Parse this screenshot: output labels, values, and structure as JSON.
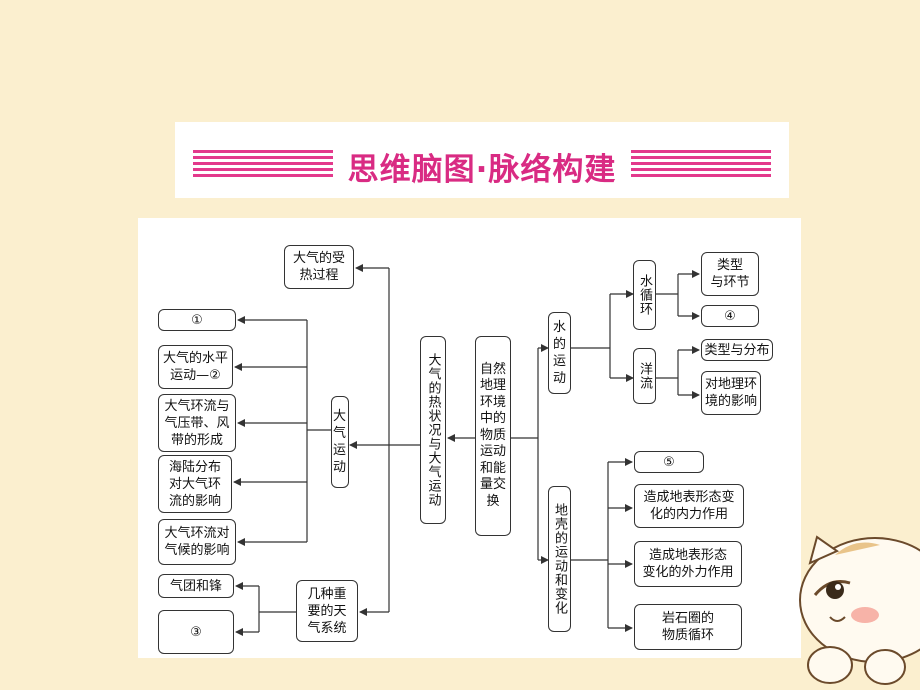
{
  "banner": {
    "title": "思维脑图·脉络构建"
  },
  "nodes": {
    "center_heat": "大气的热状况与大气运动",
    "center_nature": "自然\n地理\n环境\n中的\n物质\n运动\n和能\n量交\n换",
    "heating_process": "大气的受\n热过程",
    "atmo_motion": "大气\n运动",
    "blank1": "①",
    "horizontal_motion": "大气的水平\n运动—②",
    "circulation_belts": "大气环流与\n气压带、风\n带的形成",
    "land_sea": "海陆分布\n对大气环\n流的影响",
    "circulation_climate": "大气环流对\n气候的影响",
    "weather_systems": "几种重\n要的天\n气系统",
    "airmass_front": "气团和锋",
    "blank3": "③",
    "water_motion": "水\n的运\n动",
    "water_cycle": "水循环",
    "types_links": "类型\n与环节",
    "blank4": "④",
    "ocean_current": "洋流",
    "types_distribution": "类型与分布",
    "geo_impact": "对地理环\n境的影响",
    "crust_motion": "地壳的运动和变化",
    "blank5": "⑤",
    "internal_force": "造成地表形态变\n化的内力作用",
    "external_force": "造成地表形态\n变化的外力作用",
    "rock_cycle": "岩石圈的\n物质循环"
  }
}
